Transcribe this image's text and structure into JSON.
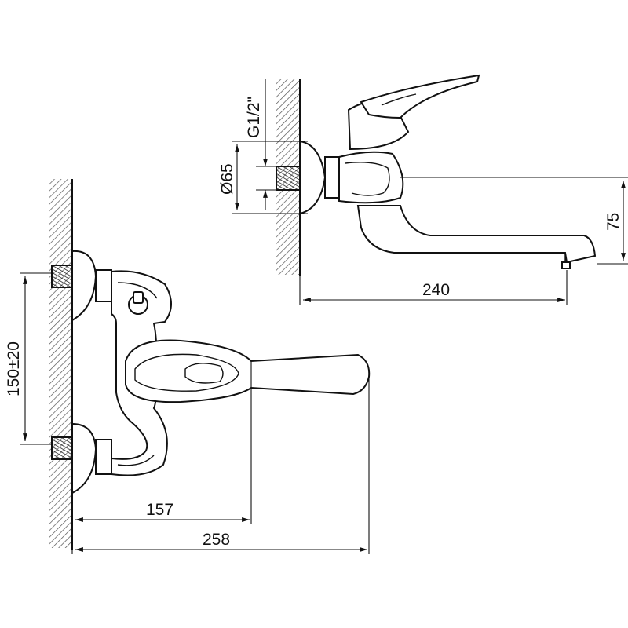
{
  "dimensions": {
    "width_total": "258",
    "width_outlet": "157",
    "centers": "150±20",
    "spout_length": "240",
    "spout_height": "75",
    "flange_diameter": "Ø65",
    "thread": "G1/2\""
  }
}
